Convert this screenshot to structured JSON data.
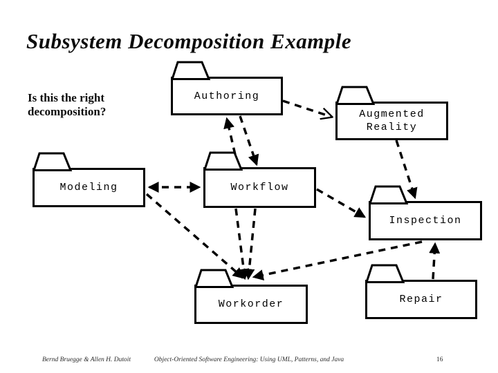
{
  "title": "Subsystem Decomposition Example",
  "question": {
    "line1": "Is this the right",
    "line2": "decomposition?"
  },
  "packages": [
    {
      "id": "authoring",
      "lines": [
        "Authoring",
        ""
      ]
    },
    {
      "id": "augmented-reality",
      "lines": [
        "Augmented",
        "Reality"
      ]
    },
    {
      "id": "modeling",
      "lines": [
        "Modeling",
        ""
      ]
    },
    {
      "id": "workflow",
      "lines": [
        "Workflow",
        ""
      ]
    },
    {
      "id": "inspection",
      "lines": [
        "Inspection",
        ""
      ]
    },
    {
      "id": "workorder",
      "lines": [
        "Workorder",
        ""
      ]
    },
    {
      "id": "repair",
      "lines": [
        "Repair",
        ""
      ]
    }
  ],
  "edges": [
    {
      "from": "Workflow",
      "to": "Authoring",
      "arrow": "solid"
    },
    {
      "from": "Authoring",
      "to": "Workflow",
      "arrow": "solid"
    },
    {
      "from": "Authoring",
      "to": "Augmented Reality",
      "arrow": "open"
    },
    {
      "from": "Modeling",
      "to": "Workflow",
      "arrow": "solid-both-ends"
    },
    {
      "from": "Modeling",
      "to": "Workorder",
      "arrow": "solid"
    },
    {
      "from": "Workflow",
      "to": "Workorder",
      "arrow": "solid"
    },
    {
      "from": "Workflow",
      "to": "Workorder",
      "arrow": "solid"
    },
    {
      "from": "Workflow",
      "to": "Inspection",
      "arrow": "solid"
    },
    {
      "from": "Augmented Reality",
      "to": "Inspection",
      "arrow": "solid"
    },
    {
      "from": "Inspection",
      "to": "Workorder",
      "arrow": "solid"
    },
    {
      "from": "Repair",
      "to": "Inspection",
      "arrow": "solid"
    }
  ],
  "footer": {
    "authors": "Bernd Bruegge & Allen H. Dutoit",
    "book": "Object-Oriented Software Engineering: Using UML, Patterns, and Java",
    "page": "16"
  },
  "colors": {
    "line": "#000000",
    "background": "#ffffff",
    "text": "#000000"
  }
}
